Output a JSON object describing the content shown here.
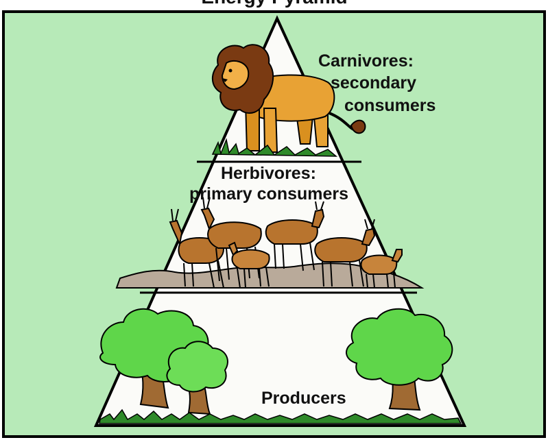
{
  "diagram": {
    "partial_title": "Energy Pyramid",
    "levels": [
      {
        "id": "carnivores",
        "label_line1": "Carnivores:",
        "label_line2": "secondary",
        "label_line3": "consumers",
        "icon": "lion-icon"
      },
      {
        "id": "herbivores",
        "label_line1": "Herbivores:",
        "label_line2": "primary consumers",
        "icon": "gazelle-icon"
      },
      {
        "id": "producers",
        "label_line1": "Producers",
        "icon": "tree-icon"
      }
    ]
  },
  "colors": {
    "background_fill": "#b7eab8",
    "pyramid_fill": "#fbfbf8",
    "outline": "#000000",
    "lion_body": "#e8a234",
    "lion_mane": "#7a3a12",
    "gazelle_body": "#b8742e",
    "ground_brown": "#b9aa9a",
    "tree_green": "#5fd64a",
    "tree_trunk": "#a06a33",
    "grass_green": "#2f8a2a"
  }
}
